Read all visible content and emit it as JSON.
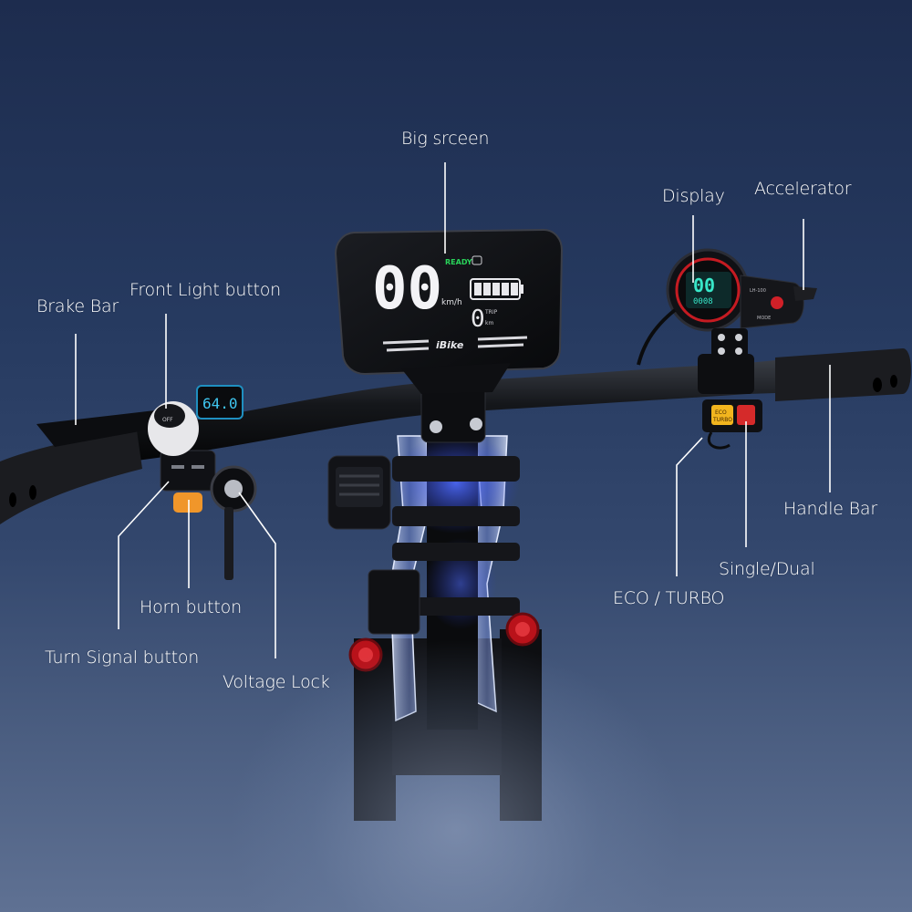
{
  "labels": {
    "big_screen": "Big srceen",
    "display": "Display",
    "accelerator": "Accelerator",
    "brake_bar": "Brake Bar",
    "front_light_button": "Front Light button",
    "handle_bar": "Handle Bar",
    "single_dual": "Single/Dual",
    "eco_turbo": "ECO / TURBO",
    "horn_button": "Horn button",
    "turn_signal_button": "Turn Signal button",
    "voltage_lock": "Voltage Lock"
  },
  "main_screen": {
    "speed": "00",
    "speed_unit": "km/h",
    "status": "READY",
    "trip": "0",
    "trip_label": "TRIP",
    "trip_unit": "km",
    "brand": "iBike"
  },
  "small_display": {
    "speed": "00",
    "odometer": "0008",
    "model": "LH-100",
    "mode_button": "MODE"
  },
  "voltmeter": {
    "value": "64.0"
  },
  "switch_box": {
    "top": "ECO",
    "bottom": "TURBO"
  },
  "light_switch": {
    "state": "OFF"
  },
  "colors": {
    "background_top": "#1d2c4e",
    "background_bottom": "#5f7193",
    "label_text": "#ffffff",
    "leader_line": "#ffffff",
    "voltmeter_digits": "#3fc6f0",
    "small_display_lcd": "#38e6c8",
    "ready_green": "#29d35a",
    "led_blue": "#3a5dff",
    "horn_orange": "#f0962a",
    "turbo_red": "#d52a2a",
    "eco_yellow": "#f2b51e"
  }
}
